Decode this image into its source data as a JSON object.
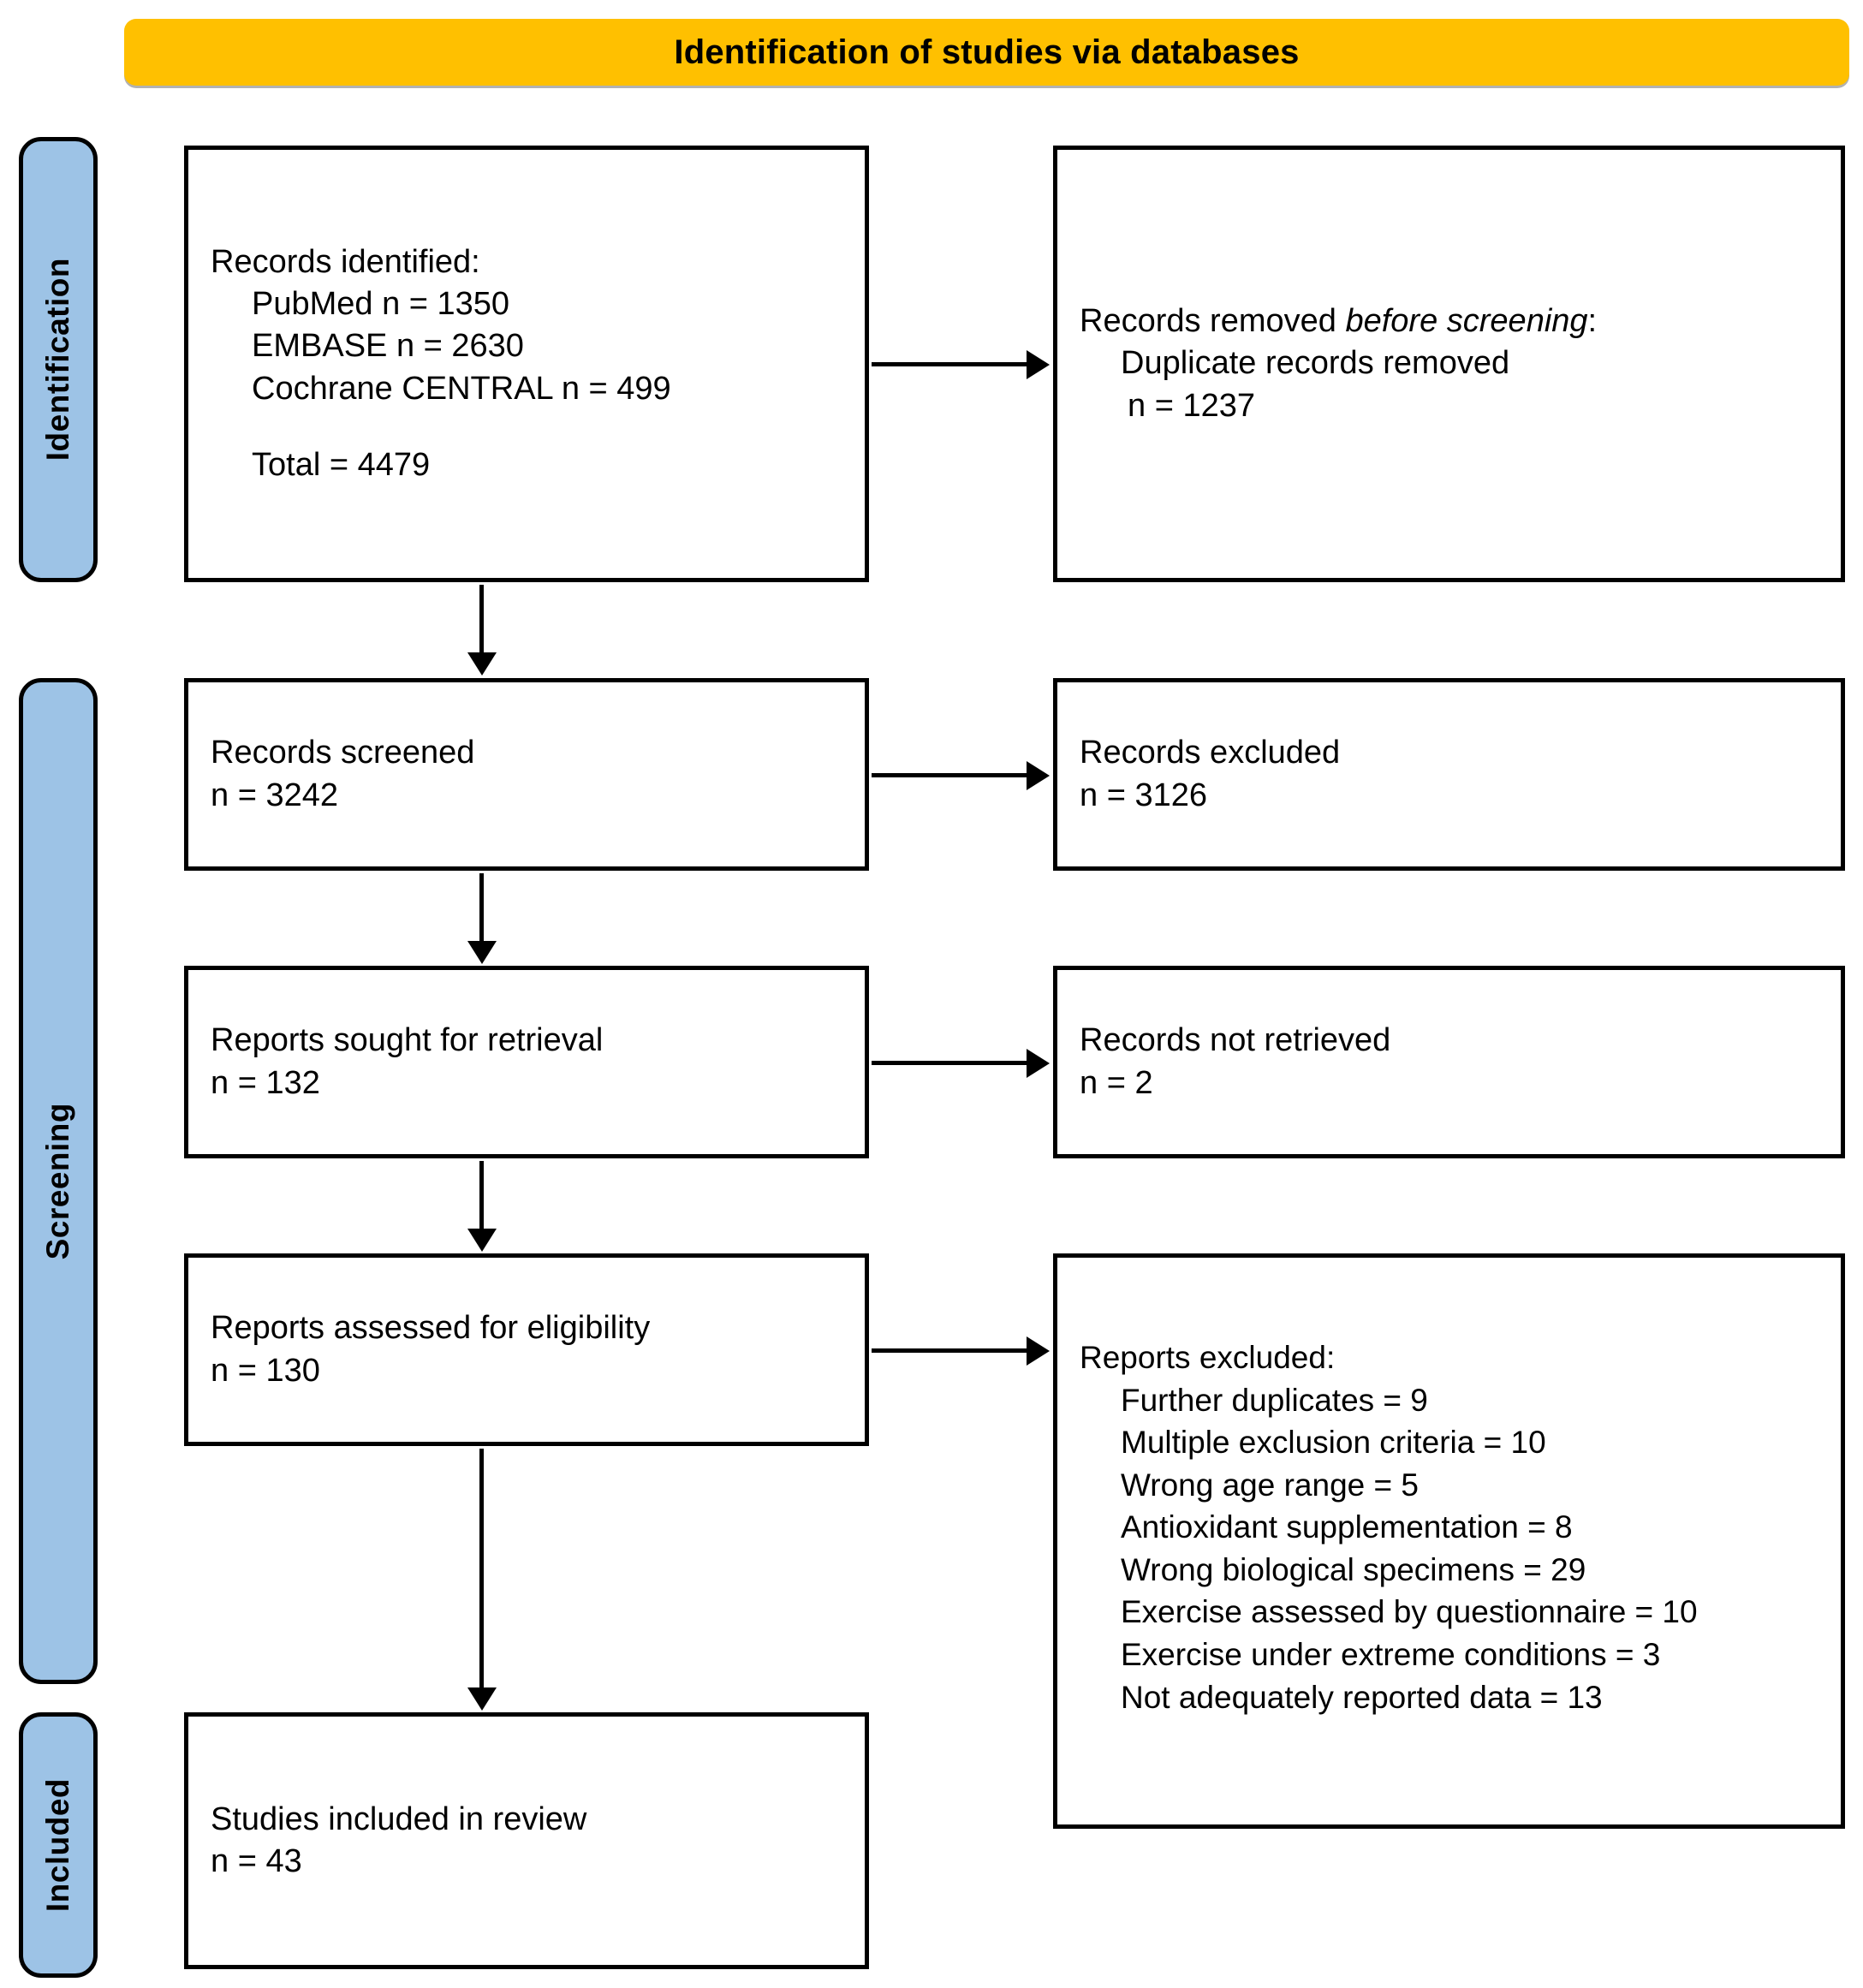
{
  "banner": {
    "title": "Identification of studies via databases",
    "color": "#FFC000"
  },
  "stages": {
    "color": "#9DC3E6",
    "identification": "Identification",
    "screening": "Screening",
    "included": "Included"
  },
  "boxes": {
    "identified": {
      "heading": "Records identified:",
      "sources": [
        "PubMed n = 1350",
        "EMBASE n = 2630",
        "Cochrane CENTRAL n = 499"
      ],
      "total": "Total = 4479"
    },
    "removed": {
      "heading_plain": "Records removed ",
      "heading_italic": "before screening",
      "heading_suffix": ":",
      "reason": "Duplicate records removed",
      "count": "n = 1237"
    },
    "screened": {
      "label": "Records screened",
      "count": "n = 3242"
    },
    "records_excluded": {
      "label": "Records excluded",
      "count": "n = 3126"
    },
    "sought": {
      "label": "Reports sought for retrieval",
      "count": "n = 132"
    },
    "not_retrieved": {
      "label": "Records not retrieved",
      "count": "n = 2"
    },
    "assessed": {
      "label": "Reports assessed for eligibility",
      "count": "n = 130"
    },
    "reports_excluded": {
      "heading": "Reports excluded:",
      "reasons": [
        "Further duplicates = 9",
        "Multiple exclusion criteria = 10",
        "Wrong age range = 5",
        "Antioxidant supplementation = 8",
        "Wrong biological specimens = 29",
        "Exercise assessed by questionnaire = 10",
        "Exercise under extreme conditions = 3",
        "Not adequately reported data = 13"
      ]
    },
    "included": {
      "label": "Studies included in review",
      "count": "n = 43"
    }
  }
}
